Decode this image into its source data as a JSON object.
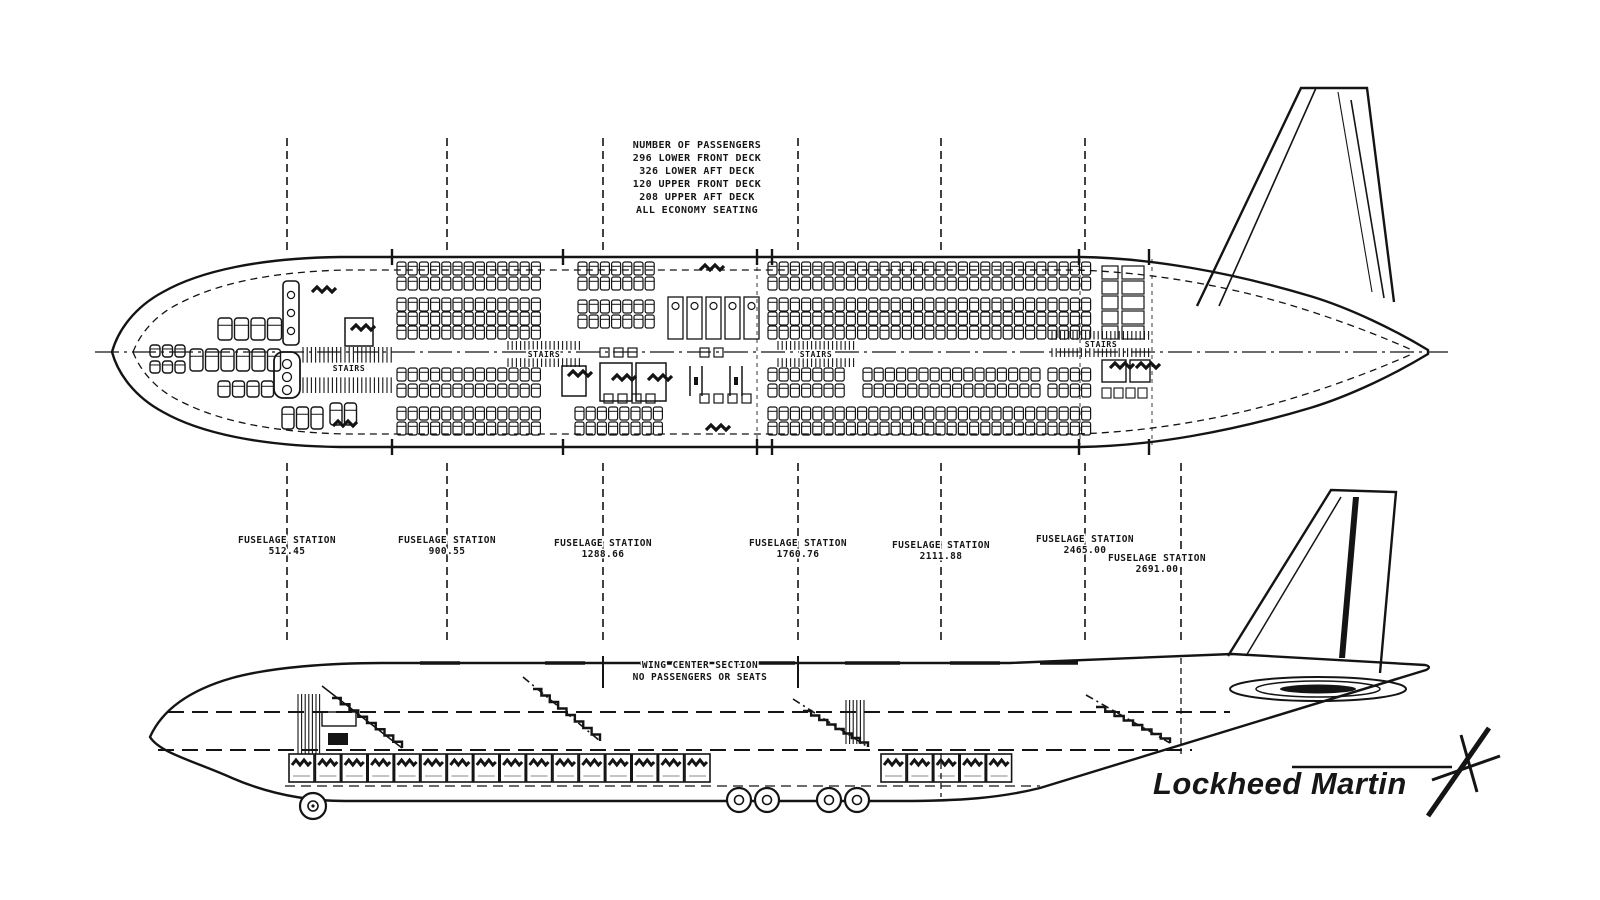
{
  "drawing": {
    "passenger_note": {
      "title": "NUMBER OF PASSENGERS",
      "lines": [
        "296 LOWER FRONT DECK",
        "326 LOWER AFT DECK",
        "120 UPPER FRONT DECK",
        "208 UPPER AFT DECK",
        "ALL ECONOMY SEATING"
      ]
    },
    "wing_note": {
      "line1": "WING CENTER SECTION",
      "line2": "NO PASSENGERS OR SEATS"
    },
    "station_label": "FUSELAGE STATION",
    "stations": [
      {
        "value": "512.45"
      },
      {
        "value": "900.55"
      },
      {
        "value": "1288.66"
      },
      {
        "value": "1760.76"
      },
      {
        "value": "2111.88"
      },
      {
        "value": "2465.00"
      },
      {
        "value": "2691.00"
      }
    ],
    "stairs_label": "STAIRS",
    "logo_text": "Lockheed Martin",
    "colors": {
      "ink": "#141414",
      "paper": "#ffffff"
    }
  }
}
